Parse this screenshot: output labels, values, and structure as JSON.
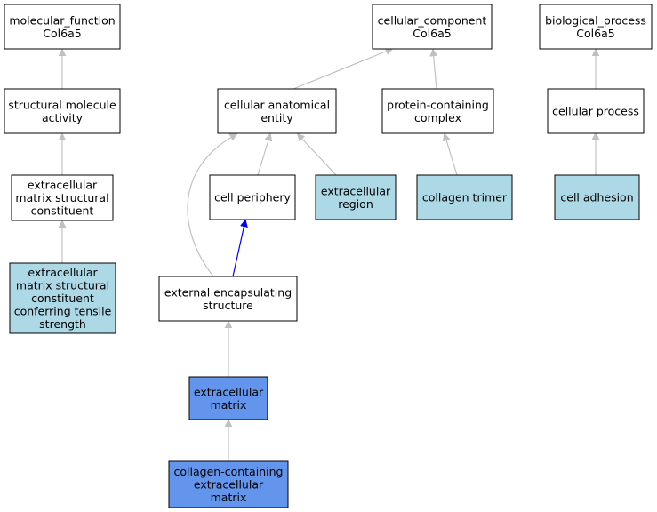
{
  "colors": {
    "white_node": "#ffffff",
    "light_blue_node": "#add8e6",
    "highlight_node": "#6495ed",
    "edge_default": "#c0c0c0",
    "edge_highlight": "#0000ff"
  },
  "nodes": {
    "mf_root": {
      "lines": [
        "molecular_function",
        "Col6a5"
      ],
      "fill": "white"
    },
    "cc_root": {
      "lines": [
        "cellular_component",
        "Col6a5"
      ],
      "fill": "white"
    },
    "bp_root": {
      "lines": [
        "biological_process",
        "Col6a5"
      ],
      "fill": "white"
    },
    "structural_molecule_activity": {
      "lines": [
        "structural molecule",
        "activity"
      ],
      "fill": "white"
    },
    "cellular_anatomical_entity": {
      "lines": [
        "cellular anatomical",
        "entity"
      ],
      "fill": "white"
    },
    "protein_containing_complex": {
      "lines": [
        "protein-containing",
        "complex"
      ],
      "fill": "white"
    },
    "cellular_process": {
      "lines": [
        "cellular process"
      ],
      "fill": "white"
    },
    "ecm_structural_constituent": {
      "lines": [
        "extracellular",
        "matrix structural",
        "constituent"
      ],
      "fill": "white"
    },
    "cell_periphery": {
      "lines": [
        "cell periphery"
      ],
      "fill": "white"
    },
    "extracellular_region": {
      "lines": [
        "extracellular",
        "region"
      ],
      "fill": "lightblue"
    },
    "collagen_trimer": {
      "lines": [
        "collagen trimer"
      ],
      "fill": "lightblue"
    },
    "cell_adhesion": {
      "lines": [
        "cell adhesion"
      ],
      "fill": "lightblue"
    },
    "ecm_tensile": {
      "lines": [
        "extracellular",
        "matrix structural",
        "constituent",
        "conferring tensile",
        "strength"
      ],
      "fill": "lightblue"
    },
    "external_encapsulating_structure": {
      "lines": [
        "external encapsulating",
        "structure"
      ],
      "fill": "white"
    },
    "extracellular_matrix": {
      "lines": [
        "extracellular",
        "matrix"
      ],
      "fill": "highlight"
    },
    "collagen_containing_ecm": {
      "lines": [
        "collagen-containing",
        "extracellular",
        "matrix"
      ],
      "fill": "highlight"
    }
  }
}
